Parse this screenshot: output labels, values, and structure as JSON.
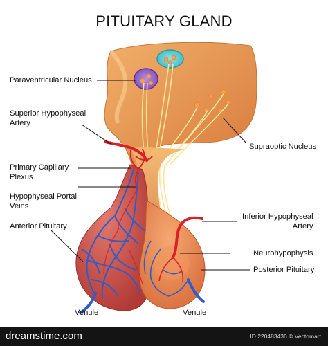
{
  "title": "PITUITARY GLAND",
  "labels": {
    "paraventricular": "Paraventricular Nucleus",
    "superior_1": "Superior Hypophyseal",
    "superior_2": "Artery",
    "primary_1": "Primary Capillary",
    "primary_2": "Plexus",
    "portal_1": "Hypophyseal Portal",
    "portal_2": "Veins",
    "anterior": "Anterior Pituitary",
    "supraoptic": "Supraoptic Nucleus",
    "inferior_1": "Inferior Hypophyseal",
    "inferior_2": "Artery",
    "neurohypophysis": "Neurohypophysis",
    "posterior": "Posterior Pituitary",
    "venule_left": "Venule",
    "venule_right": "Venule"
  },
  "footer": {
    "brand": "dreamstime.com",
    "id_text": "ID 220483436 © Vectomart"
  },
  "colors": {
    "hypothalamus": "#e89a55",
    "nucleus_purple": "#8e5cc8",
    "nucleus_teal": "#4ec4cc",
    "anterior_red": "#c94a44",
    "posterior_orange": "#e8864e",
    "artery": "#d8222a",
    "vein": "#2e5cc9"
  }
}
